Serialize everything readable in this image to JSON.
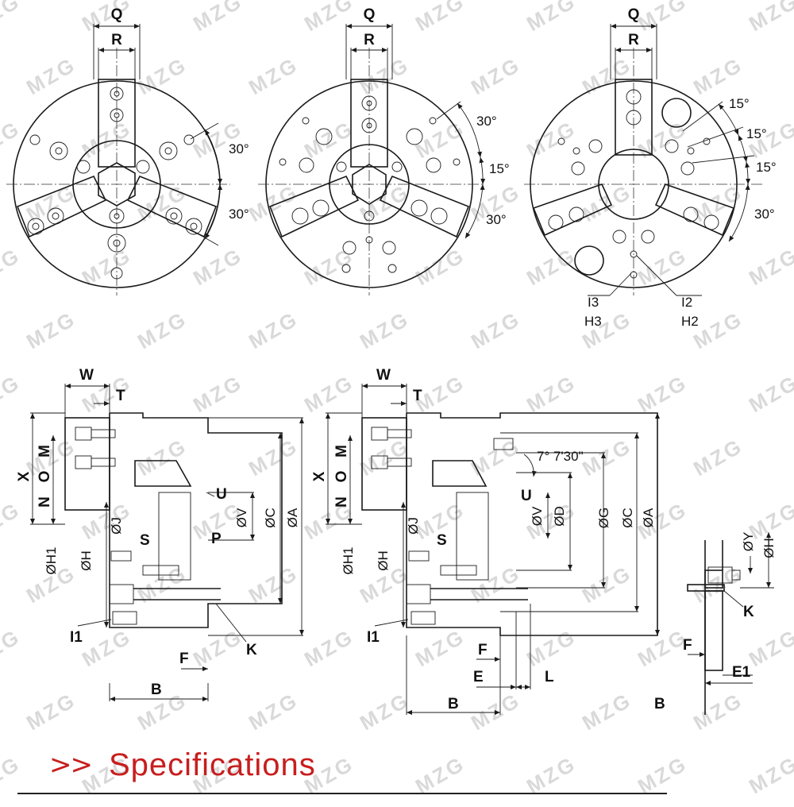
{
  "watermark": "MZG",
  "heading": {
    "marker": ">>",
    "title": "Specifications",
    "color": "#c81e1e"
  },
  "front_views": {
    "top_labels": [
      "Q",
      "R"
    ],
    "view1_angles": [
      "30°",
      "30°"
    ],
    "view2_angles": [
      "30°",
      "15°",
      "30°"
    ],
    "view3_angles": [
      "15°",
      "15°",
      "15°",
      "30°"
    ],
    "view3_holes": [
      "I3",
      "H3",
      "I2",
      "H2"
    ]
  },
  "section_view1": {
    "labels": [
      "W",
      "T",
      "X",
      "M",
      "O",
      "N",
      "ØJ",
      "S",
      "ØH1",
      "ØH",
      "I1",
      "U",
      "P",
      "ØV",
      "ØC",
      "ØA",
      "K",
      "F",
      "B"
    ]
  },
  "section_view2": {
    "labels": [
      "W",
      "T",
      "X",
      "M",
      "O",
      "N",
      "ØJ",
      "S",
      "ØH1",
      "ØH",
      "I1",
      "U",
      "ØV",
      "ØD",
      "ØG",
      "ØC",
      "ØA",
      "F",
      "E",
      "L",
      "B"
    ],
    "taper": "7° 7'30\""
  },
  "detail_view": {
    "labels": [
      "ØY",
      "ØH",
      "K",
      "F",
      "E1",
      "B"
    ]
  }
}
